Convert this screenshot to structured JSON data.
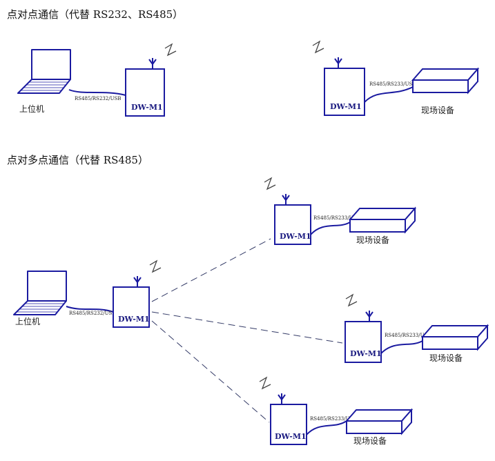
{
  "sections": {
    "p2p_title": "点对点通信（代替 RS232、RS485）",
    "p2mp_title": "点对多点通信（代替 RS485）"
  },
  "labels": {
    "module": "DW-M1",
    "host": "上位机",
    "field_device": "现场设备",
    "cable_host": "RS485/RS232/USB",
    "cable_device": "RS485/RS233/USB"
  }
}
